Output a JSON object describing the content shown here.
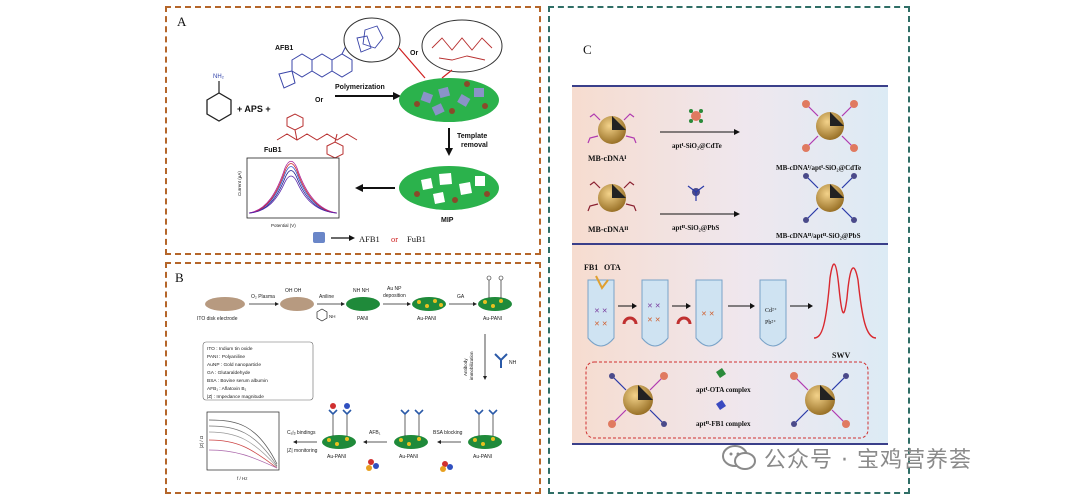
{
  "panelA": {
    "label": "A",
    "afb1": "AFB1",
    "or1": "Or",
    "fub1": "FuB1",
    "aps": "+ APS +",
    "polymerization": "Polymerization",
    "or2": "Or",
    "template_removal_1": "Template",
    "template_removal_2": "removal",
    "mip": "MIP",
    "legend_afb1": "AFB1",
    "legend_or": "or",
    "legend_fub1": "FuB1",
    "plot_xlabel": "Potential (V)",
    "plot_ylabel": "Current (µA)",
    "nh2": "NH₂"
  },
  "panelB": {
    "label": "B",
    "o2_plasma": "O₂ Plasma",
    "oh_oh": "OH OH",
    "aniline": "Aniline",
    "nh_nh": "NH NH",
    "au_np_1": "Au NP",
    "au_np_2": "deposition",
    "ga": "GA",
    "ito": "ITO disk electrode",
    "pani": "PANI",
    "au_pani_1": "Au-PANI",
    "au_pani_2": "Au-PANI",
    "nh": "NH",
    "antibody_1": "Antibody",
    "antibody_2": "immobilization",
    "legend": [
      "ITO   : Indium tin oxide",
      "PANI  : Polyaniline",
      "AuNP  : Gold nanoparticle",
      "GA    : Glutaraldehyde",
      "BSA   : Bovine serum albumin",
      "AFB₁  : Aflatoxin B₁",
      "|Z|   : Impedance magnitude"
    ],
    "cafb_1": "Cₐᶠᵦ bindings",
    "cafb_2": "|Z| monitoring",
    "afb": "AFB₁",
    "bsa": "BSA blocking",
    "au_pani_3": "Au-PANI",
    "au_pani_4": "Au-PANI",
    "au_pani_5": "Au-PANI",
    "plot_xlabel": "f / Hz",
    "plot_ylabel": "|Z| / Ω"
  },
  "panelC": {
    "label": "C",
    "mb1": "MB-cDNAᴵ",
    "mb2": "MB-cDNAᴵᴵ",
    "apt1": "aptᴵ-SiO₂@CdTe",
    "apt2": "aptᴵᴵ-SiO₂@PbS",
    "res1": "MB-cDNAᴵ/aptᴵ-SiO₂@CdTe",
    "res2": "MB-cDNAᴵᴵ/aptᴵᴵ-SiO₂@PbS",
    "fb1": "FB1",
    "ota": "OTA",
    "cd": "Cd²⁺",
    "pb": "Pb²⁺",
    "swv": "SWV",
    "complex1": "aptᴵ-OTA complex",
    "complex2": "aptᴵᴵ-FB1 complex"
  },
  "watermark": "公众号 · 宝鸡营养荟",
  "colors": {
    "orange_border": "#b5662a",
    "teal_border": "#2f6e66",
    "green_disk": "#2bb24c",
    "swv_red": "#d9282f"
  }
}
